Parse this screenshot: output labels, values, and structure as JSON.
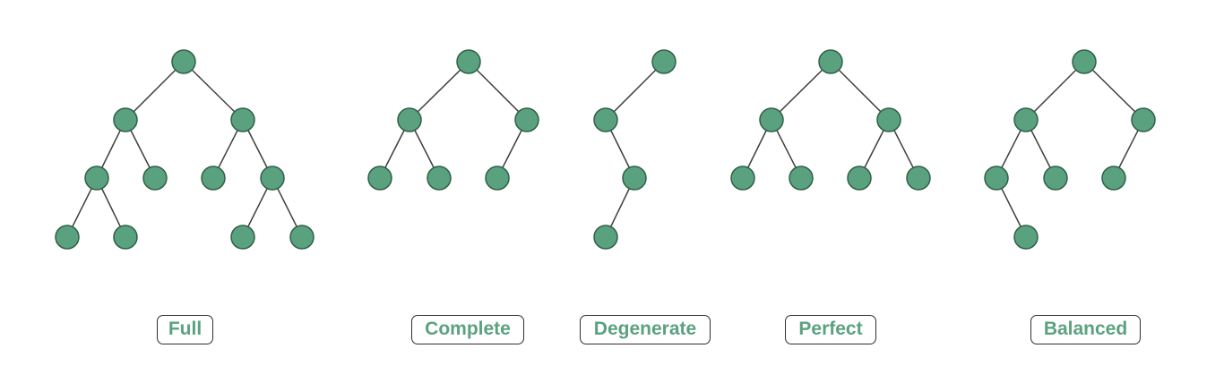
{
  "labels": {
    "full": "Full",
    "complete": "Complete",
    "degenerate": "Degenerate",
    "perfect": "Perfect",
    "balanced": "Balanced"
  },
  "colors": {
    "node_fill": "#5aa27f",
    "node_stroke": "#2f5f47",
    "edge": "#3f3f3f",
    "label_text": "#5aa27f",
    "label_border": "#2f2f2f"
  }
}
